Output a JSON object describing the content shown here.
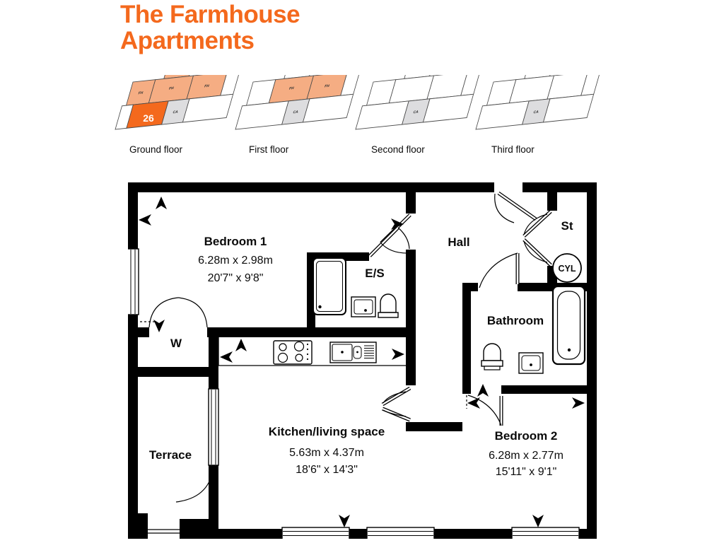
{
  "title": {
    "line1": "The Farmhouse",
    "line2": "Apartments"
  },
  "colors": {
    "accent": "#F4691D",
    "highlight_light": "#F5AD83",
    "core_gray": "#DDDDDF",
    "wall": "#000000"
  },
  "floors": {
    "unit": "26",
    "code_fh": "FH",
    "code_ca": "CA",
    "items": [
      {
        "label": "Ground floor",
        "highlighted": true
      },
      {
        "label": "First floor",
        "highlighted": true
      },
      {
        "label": "Second floor",
        "highlighted": false
      },
      {
        "label": "Third floor",
        "highlighted": false
      }
    ]
  },
  "plan": {
    "bedroom1": {
      "name": "Bedroom 1",
      "metric": "6.28m x 2.98m",
      "imperial": "20'7\" x 9'8\""
    },
    "es": {
      "name": "E/S"
    },
    "hall": {
      "name": "Hall"
    },
    "st": {
      "name": "St"
    },
    "cyl": {
      "name": "CYL"
    },
    "wardrobe": {
      "name": "W"
    },
    "bathroom": {
      "name": "Bathroom"
    },
    "terrace": {
      "name": "Terrace"
    },
    "kitchen": {
      "name": "Kitchen/living space",
      "metric": "5.63m x 4.37m",
      "imperial": "18'6\" x 14'3\""
    },
    "bedroom2": {
      "name": "Bedroom 2",
      "metric": "6.28m x 2.77m",
      "imperial": "15'11\" x 9'1\""
    }
  }
}
